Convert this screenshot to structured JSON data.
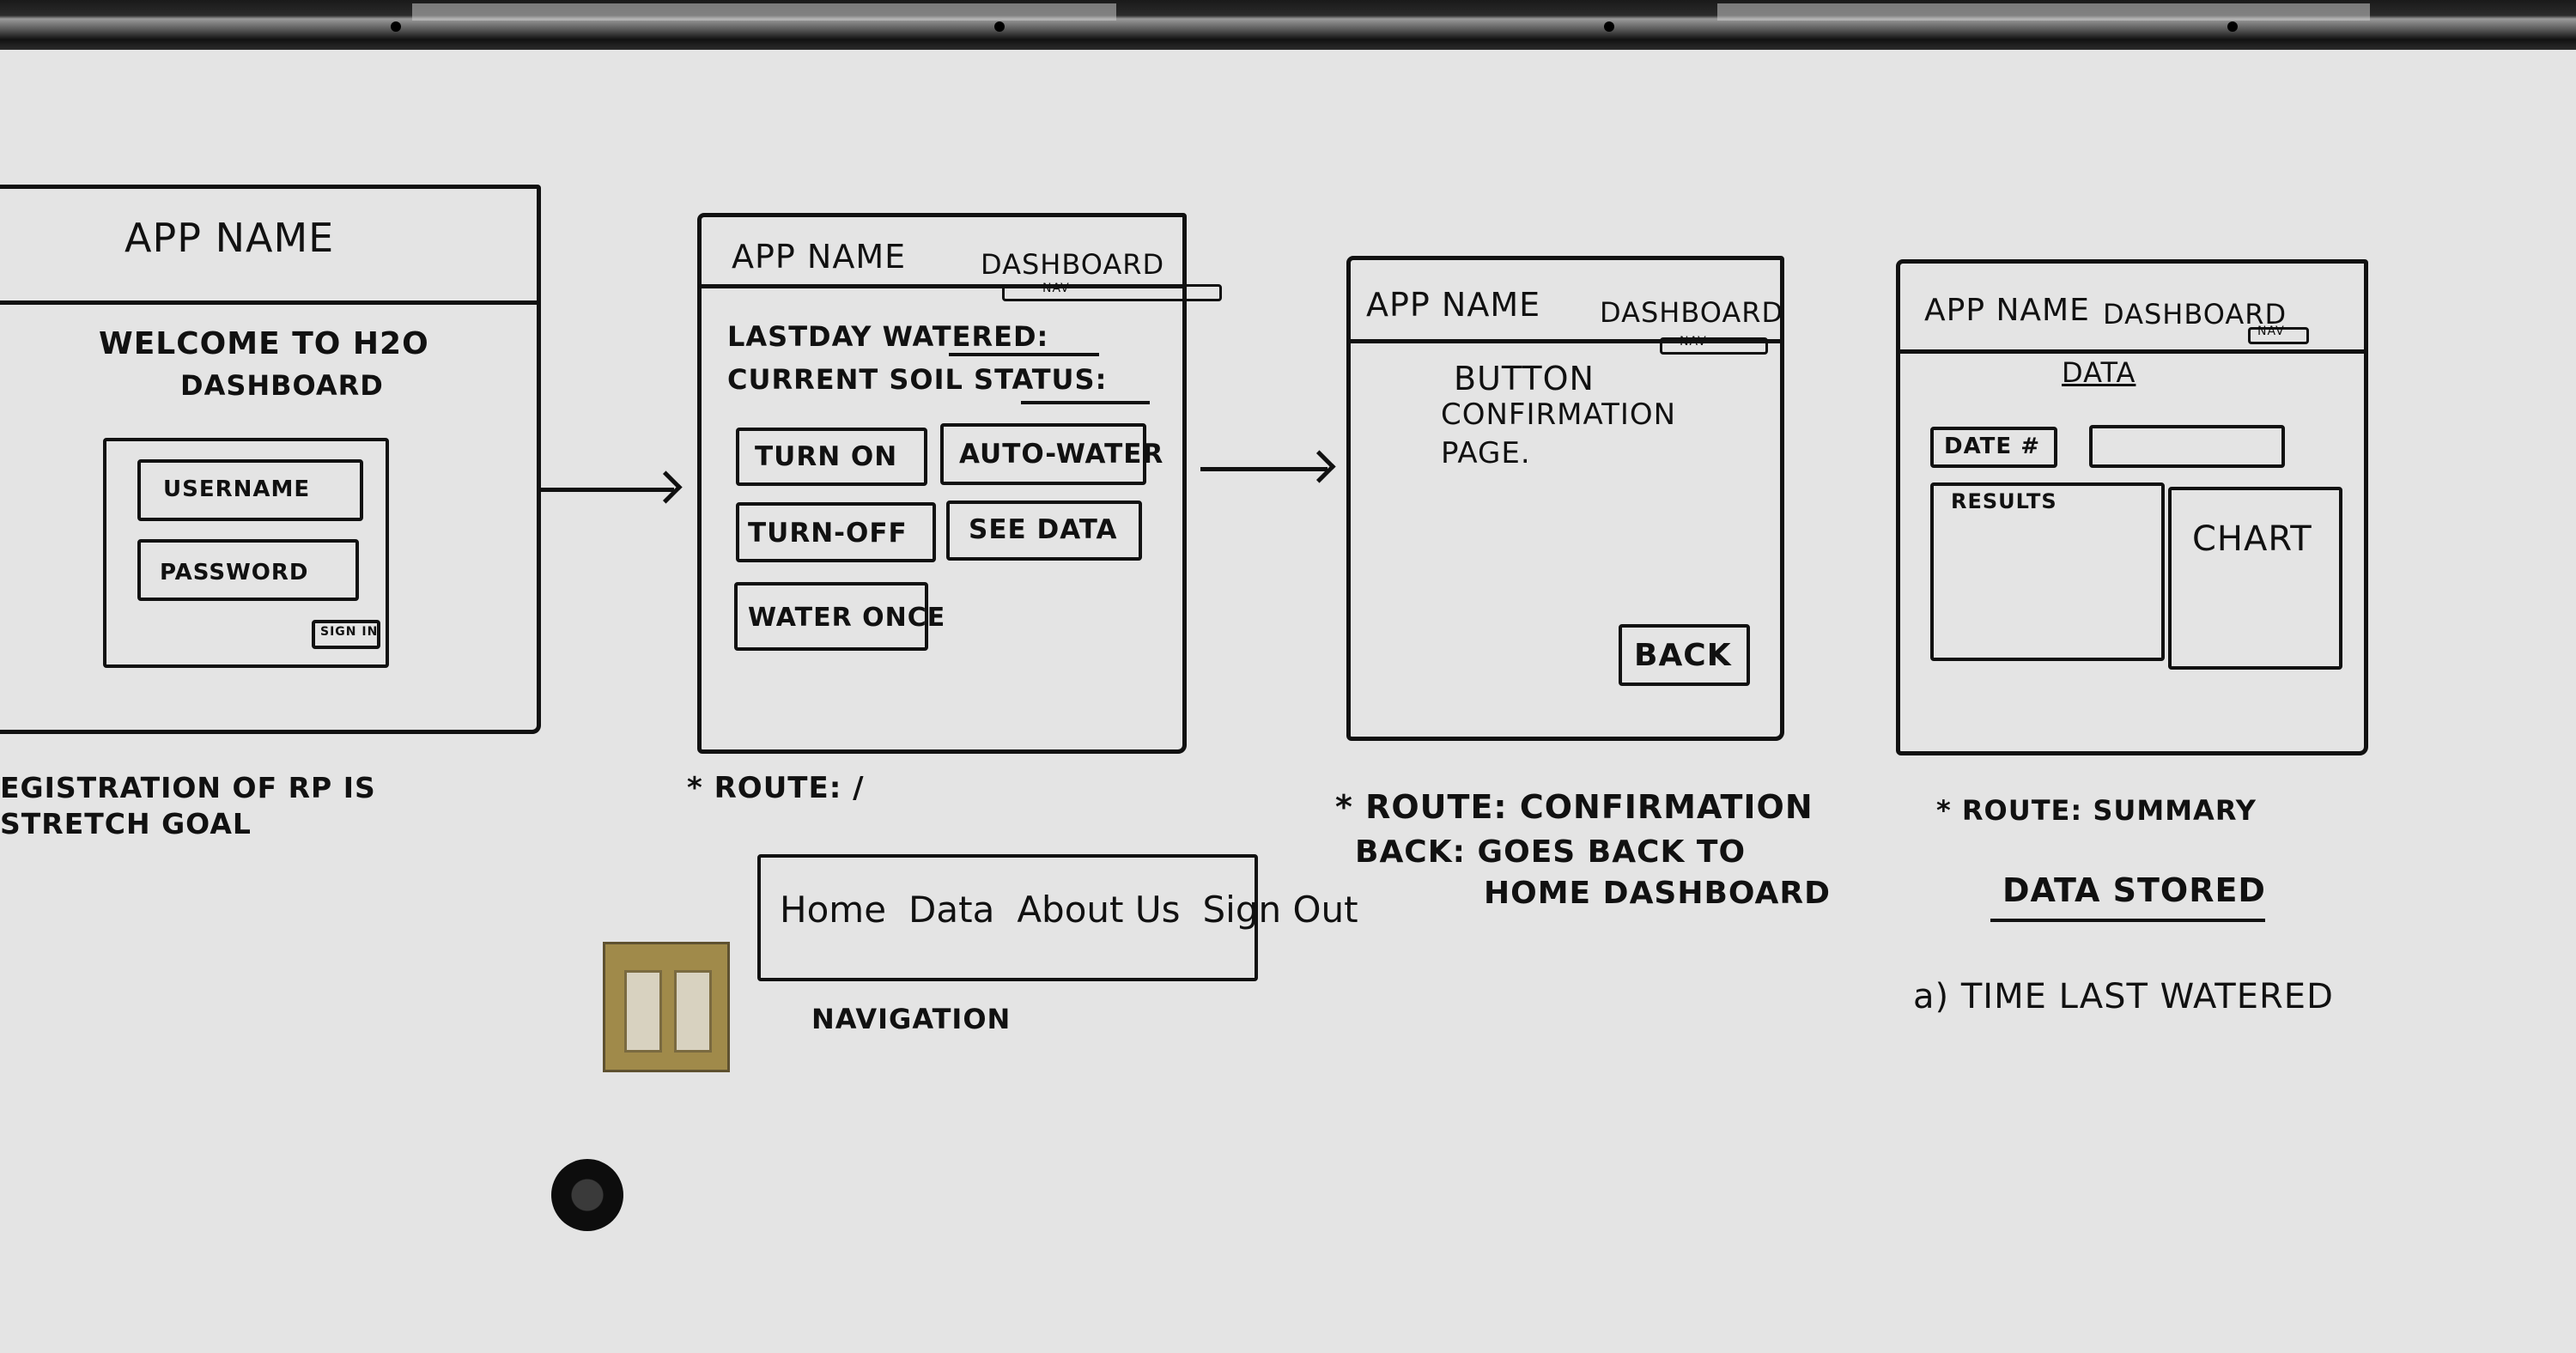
{
  "screens": [
    {
      "header": "APP NAME",
      "welcome_line1": "WELCOME TO H2O",
      "welcome_line2": "DASHBOARD",
      "username_field": "USERNAME",
      "password_field": "PASSWORD",
      "signin_button": "SIGN IN"
    },
    {
      "header_app": "APP NAME",
      "header_page": "DASHBOARD",
      "header_nav": "NAV",
      "last_watered": "LASTDAY WATERED:",
      "soil_status": "CURRENT SOIL STATUS:",
      "buttons": [
        "TURN ON",
        "AUTO-WATER",
        "TURN-OFF",
        "SEE DATA",
        "WATER ONCE"
      ]
    },
    {
      "header_app": "APP NAME",
      "header_page": "DASHBOARD",
      "header_nav": "NAV",
      "body_line1": "BUTTON",
      "body_line2": "CONFIRMATION",
      "body_line3": "PAGE.",
      "back_button": "BACK"
    },
    {
      "header_app": "APP NAME",
      "header_page": "DASHBOARD",
      "header_nav": "NAV",
      "title": "DATA",
      "date_label": "DATE #",
      "results_label": "RESULTS",
      "chart_label": "CHART"
    }
  ],
  "notes": {
    "registration_line1": "EGISTRATION OF RP IS",
    "registration_line2": "STRETCH GOAL",
    "route_dashboard": "* ROUTE: /",
    "navigation_items": [
      "Home",
      "Data",
      "About Us",
      "Sign Out"
    ],
    "navigation_caption": "NAVIGATION",
    "route_confirmation_line1": "* ROUTE: CONFIRMATION",
    "route_confirmation_line2": "BACK: GOES BACK TO",
    "route_confirmation_line3": "HOME DASHBOARD",
    "route_summary": "* ROUTE: SUMMARY",
    "data_stored_heading": "DATA STORED",
    "data_stored_item": "a) TIME LAST WATERED"
  }
}
